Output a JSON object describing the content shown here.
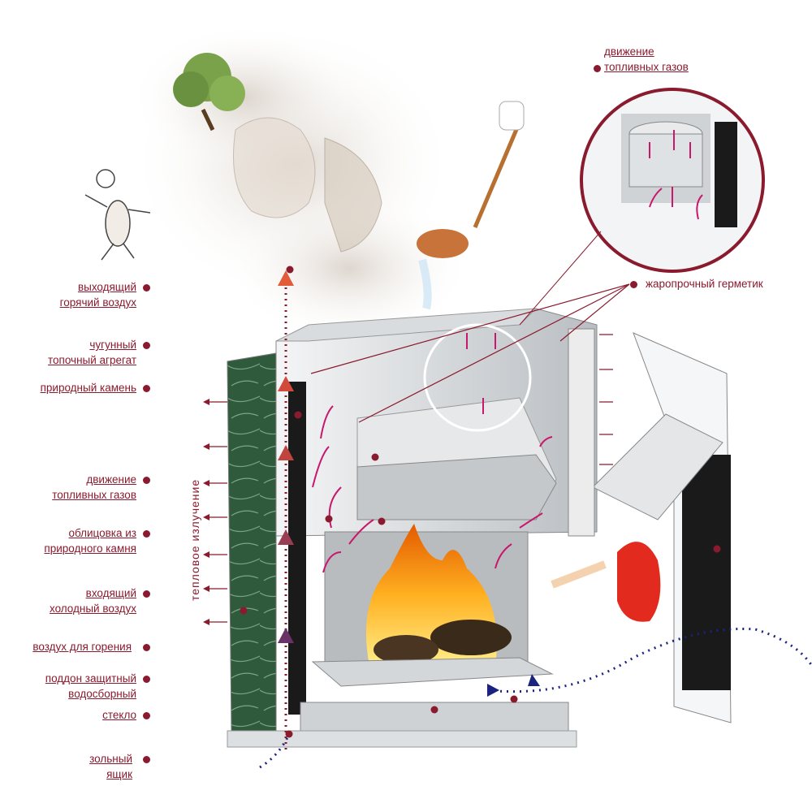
{
  "labels": {
    "hot_air": [
      "выходящий",
      "горячий воздух"
    ],
    "cast_iron": [
      "чугунный",
      "топочный агрегат"
    ],
    "stone": [
      "природный камень"
    ],
    "gas_motion_left": [
      "движение",
      "топливных газов"
    ],
    "cladding": [
      "облицовка из",
      "природного камня"
    ],
    "cold_air": [
      "входящий",
      "холодный воздух"
    ],
    "combustion_air": [
      "воздух для горения"
    ],
    "tray": [
      "поддон защитный",
      "водосборный"
    ],
    "glass": [
      "стекло"
    ],
    "ash_box": [
      "зольный",
      "ящик"
    ],
    "gas_motion_top": [
      "движение",
      "топливных газов"
    ],
    "sealant": [
      "жаропрочный герметик"
    ],
    "heat_radiation": "тепловое излучение"
  },
  "colors": {
    "accent": "#8a1a2e",
    "stone": "#2f5a3c",
    "metal": "#c9cdd0",
    "dark": "#1a1a1a",
    "fire": "#f59a1a",
    "air": "#1a237e"
  },
  "icons": [
    "broom-icon",
    "ladle-icon",
    "dragon-icon",
    "figure-icon",
    "fire-icon"
  ]
}
